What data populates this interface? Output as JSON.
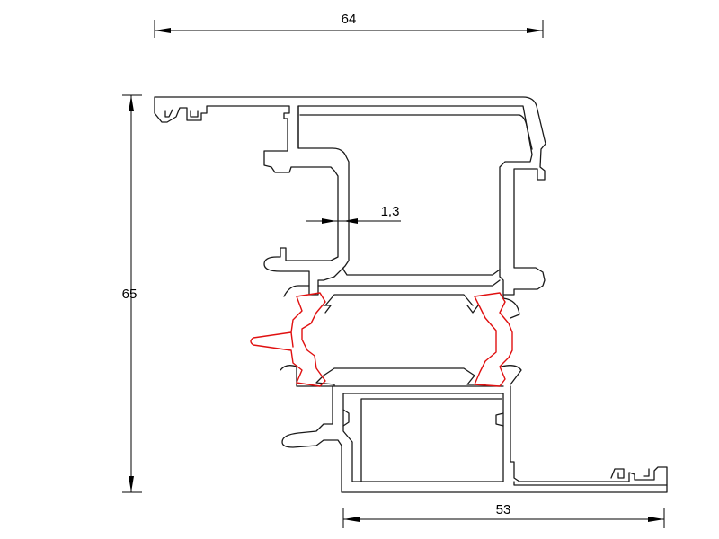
{
  "drawing": {
    "dimensions": {
      "overall_width": "64",
      "overall_height": "65",
      "lower_width": "53",
      "wall_thickness": "1,3"
    },
    "colors": {
      "profile_stroke": "#1a1a1a",
      "thermal_break_stroke": "#e01010",
      "dimension_stroke": "#000000",
      "background": "#ffffff"
    }
  }
}
